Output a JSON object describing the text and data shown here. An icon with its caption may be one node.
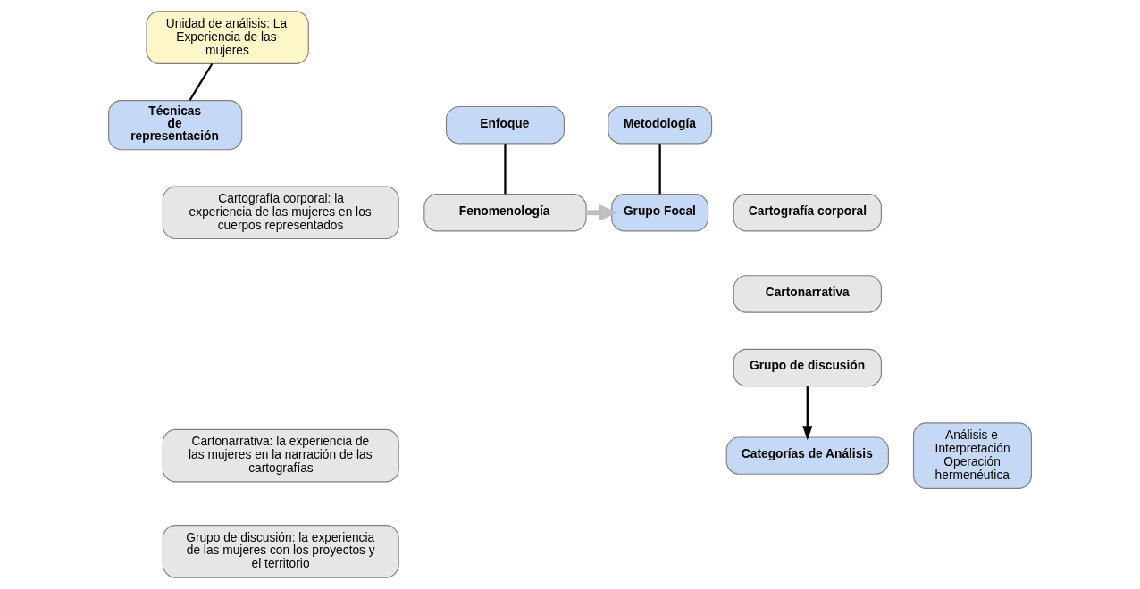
{
  "diagram": {
    "nodes": [
      {
        "text": [
          "Unidad de análisis: La Experiencia de las mujeres"
        ]
      },
      {
        "text": [
          "Enfoque"
        ]
      },
      {
        "text": [
          "Metodología"
        ]
      },
      {
        "text": [
          "Técnicas de representación"
        ]
      },
      {
        "text": [
          "Fenomenología"
        ]
      },
      {
        "text": [
          "Grupo Focal"
        ]
      },
      {
        "text": [
          "Cartografía corporal"
        ]
      },
      {
        "text": [
          "Cartonarrativa"
        ]
      },
      {
        "text": [
          "Grupo de discusión"
        ]
      },
      {
        "text": [
          "Categorías de Análisis"
        ]
      },
      {
        "text": [
          "Análisis e Interpretación Operación hermenéutica"
        ]
      },
      {
        "text": [
          "Cartografía corporal: la experiencia de las mujeres en los cuerpos representados"
        ]
      },
      {
        "text": [
          "Cartonarrativa: la experiencia de las mujeres en la narración de las cartografías"
        ]
      },
      {
        "text": [
          "Grupo de discusión: la experiencia de las mujeres con los proyectos y el territorio"
        ]
      }
    ],
    "edges": [
      {
        "from": 0,
        "to": 3,
        "arrow": "none"
      },
      {
        "from": 1,
        "to": 4,
        "arrow": "none"
      },
      {
        "from": 2,
        "to": 5,
        "arrow": "none"
      },
      {
        "from": 4,
        "to": 5,
        "arrow": "to",
        "style": "thick",
        "color": "#bfbfbf"
      },
      {
        "from": 8,
        "to": 9,
        "arrow": "to"
      }
    ]
  }
}
